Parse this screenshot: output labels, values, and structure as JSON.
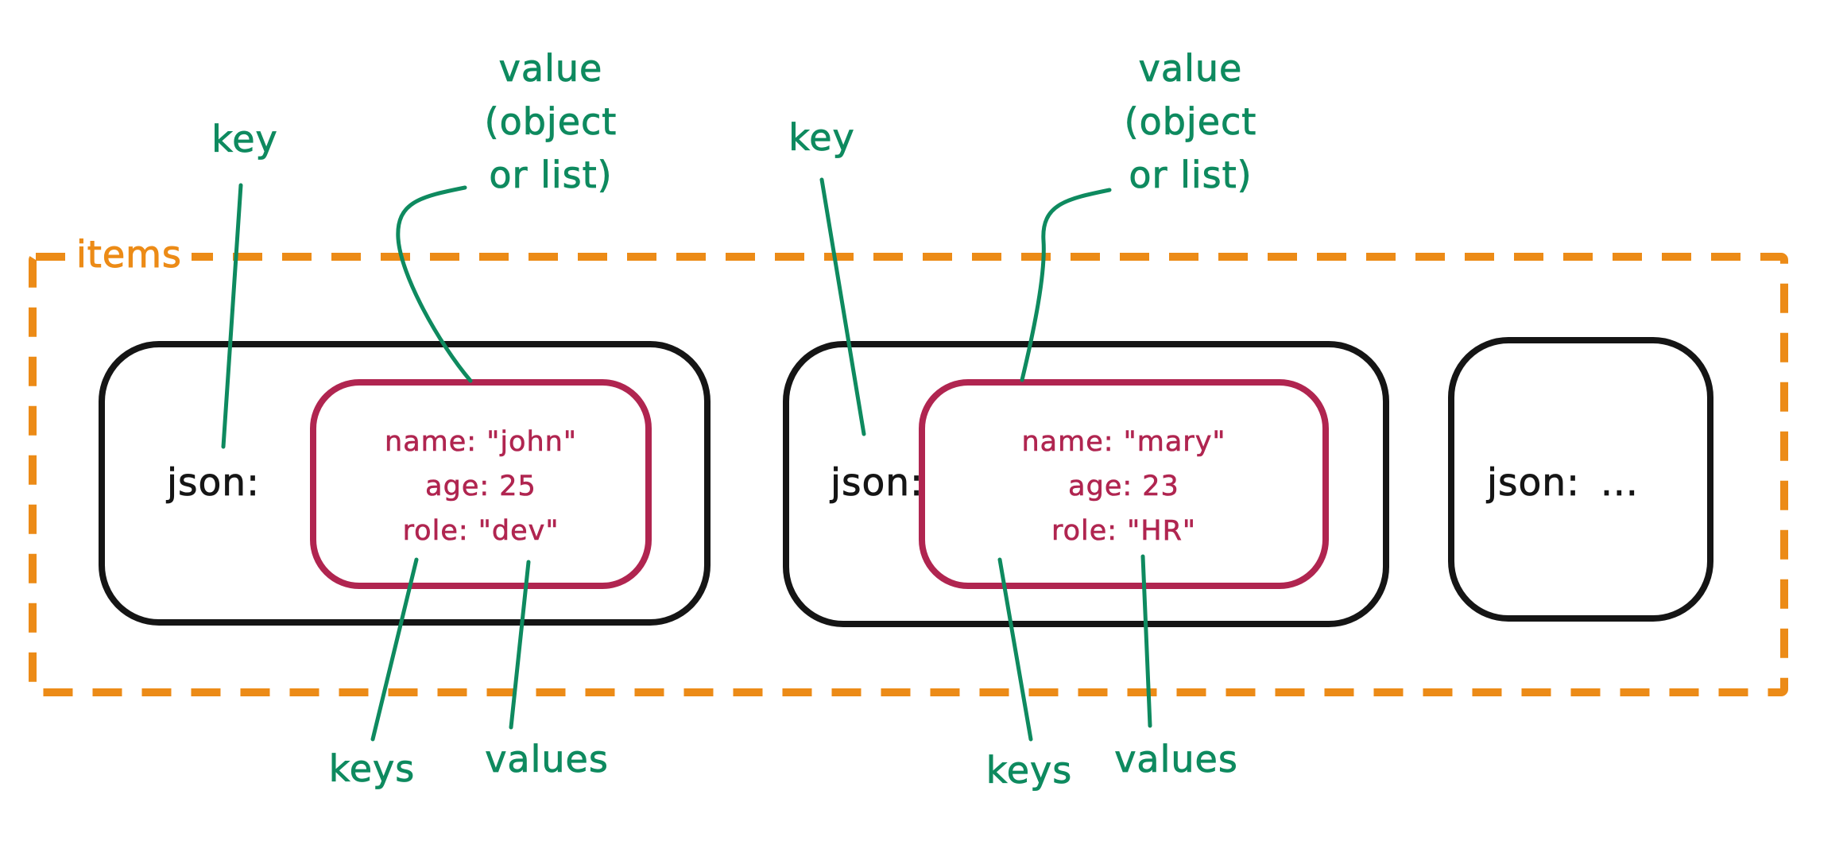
{
  "colors": {
    "green": "#0e8a5f",
    "orange": "#ec8b17",
    "crimson": "#b02550",
    "ink": "#151515",
    "paper": "#ffffff"
  },
  "container": {
    "label": "items"
  },
  "records": [
    {
      "key_label": "json:",
      "object": {
        "lines": [
          "name: \"john\"",
          "age: 25",
          "role: \"dev\""
        ]
      }
    },
    {
      "key_label": "json:",
      "object": {
        "lines": [
          "name: \"mary\"",
          "age: 23",
          "role: \"HR\""
        ]
      }
    },
    {
      "key_label": "json:",
      "ellipsis": "..."
    }
  ],
  "annotations": {
    "key_top_1": "key",
    "key_top_2": "key",
    "value_top_1": "value\n(object\nor list)",
    "value_top_2": "value\n(object\nor list)",
    "keys_bottom_1": "keys",
    "values_bottom_1": "values",
    "keys_bottom_2": "keys",
    "values_bottom_2": "values"
  }
}
